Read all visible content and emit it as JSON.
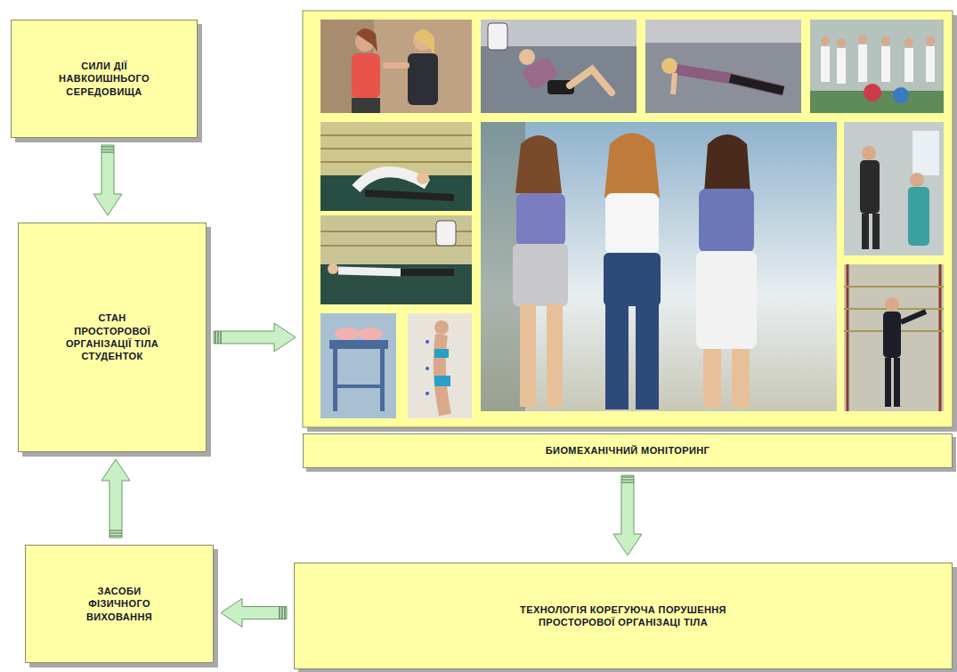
{
  "diagram": {
    "nodes": [
      {
        "text": [
          "СИЛИ ДІЇ НАВКОИШНЬОГО СЕРЕДОВИЩА"
        ]
      },
      {
        "text": [
          "СТАН ПРОСТОРОВОЇ ОРГАНІЗАЦІЇ ТІЛА СТУДЕНТОК"
        ]
      },
      {
        "text": [
          "БИОМЕХАНІЧНИЙ МОНІТОРИНГ"
        ]
      },
      {
        "text": [
          "ТЕХНОЛОГІЯ КОРЕГУЮЧА ПОРУШЕННЯ ПРОСТОРОВОЇ ОРГАНІЗАЦІ ТІЛА"
        ]
      },
      {
        "text": [
          "ЗАСОБИ ФІЗИЧНОГО ВИХОВАННЯ"
        ]
      }
    ],
    "edges": [
      {
        "from": 0,
        "to": 1,
        "arrow": "to"
      },
      {
        "from": 1,
        "to": 2,
        "arrow": "to"
      },
      {
        "from": 2,
        "to": 3,
        "arrow": "to"
      },
      {
        "from": 3,
        "to": 4,
        "arrow": "to"
      },
      {
        "from": 4,
        "to": 1,
        "arrow": "to"
      }
    ]
  }
}
